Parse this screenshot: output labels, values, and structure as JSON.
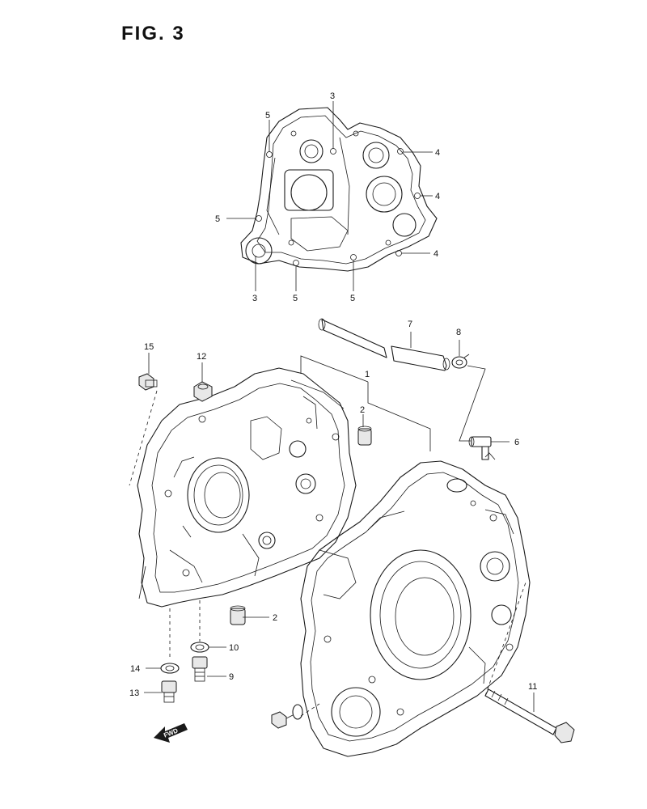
{
  "figure": {
    "title": "FIG.  3"
  },
  "callouts": {
    "c1": "1",
    "c2a": "2",
    "c2b": "2",
    "c3a": "3",
    "c3b": "3",
    "c4a": "4",
    "c4b": "4",
    "c4c": "4",
    "c5a": "5",
    "c5b": "5",
    "c5c": "5",
    "c5d": "5",
    "c6": "6",
    "c7": "7",
    "c8": "8",
    "c9": "9",
    "c10": "10",
    "c11": "11",
    "c12": "12",
    "c13": "13",
    "c14": "14",
    "c15": "15"
  },
  "fwd_arrow": {
    "label": "FWD"
  }
}
